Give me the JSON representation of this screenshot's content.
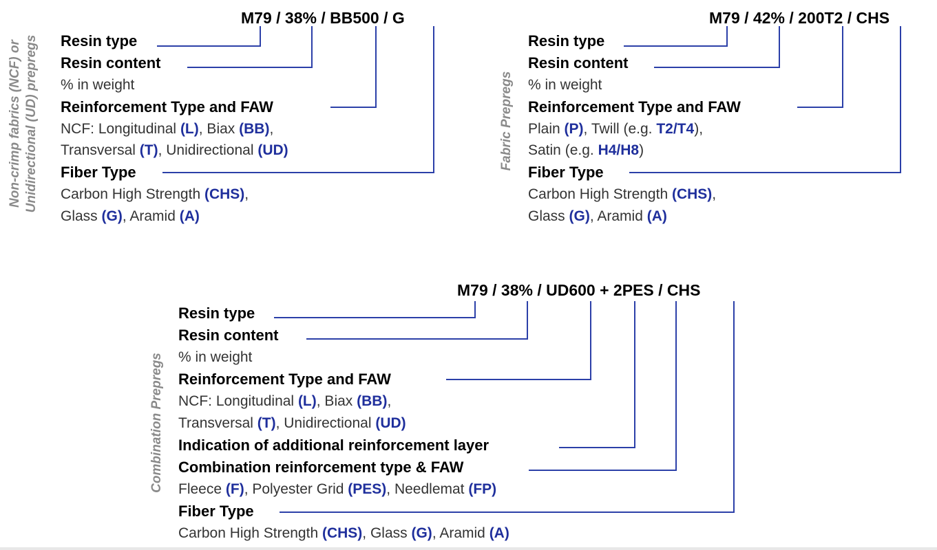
{
  "colors": {
    "line": "#2b3fa8",
    "highlight": "#1f2f9c",
    "side_label": "#8a8a8a"
  },
  "ncf": {
    "side_label": [
      "Non-crimp fabrics (NCF) or",
      "Unidirectional (UD) prepregs"
    ],
    "code": "M79 / 38% / BB500 / G",
    "resin_type": "Resin type",
    "resin_content": "Resin content",
    "weight": "% in weight",
    "reinforcement": "Reinforcement  Type and FAW",
    "r1_a": "NCF: Longitudinal ",
    "r1_b": "(L)",
    "r1_c": ", Biax ",
    "r1_d": "(BB)",
    "r1_e": ",",
    "r2_a": "Transversal ",
    "r2_b": "(T)",
    "r2_c": ", Unidirectional ",
    "r2_d": "(UD)",
    "fiber": "Fiber Type",
    "f1_a": "Carbon High Strength ",
    "f1_b": "(CHS)",
    "f1_c": ",",
    "f2_a": "Glass ",
    "f2_b": "(G)",
    "f2_c": ", Aramid ",
    "f2_d": "(A)"
  },
  "fabric": {
    "side_label": "Fabric Prepregs",
    "code": "M79 / 42% / 200T2 / CHS",
    "resin_type": "Resin type",
    "resin_content": "Resin content",
    "weight": "% in weight",
    "reinforcement": "Reinforcement  Type and FAW",
    "r1_a": "Plain ",
    "r1_b": "(P)",
    "r1_c": ", Twill (e.g. ",
    "r1_d": "T2/T4",
    "r1_e": "),",
    "r2_a": "Satin (e.g. ",
    "r2_b": "H4/H8",
    "r2_c": ")",
    "fiber": "Fiber Type",
    "f1_a": "Carbon High Strength ",
    "f1_b": "(CHS)",
    "f1_c": ",",
    "f2_a": "Glass ",
    "f2_b": "(G)",
    "f2_c": ", Aramid ",
    "f2_d": "(A)"
  },
  "combo": {
    "side_label": "Combination Prepregs",
    "code": "M79 / 38% / UD600 + 2PES / CHS",
    "resin_type": "Resin type",
    "resin_content": "Resin content",
    "weight": "% in weight",
    "reinforcement": "Reinforcement  Type and FAW",
    "r1_a": "NCF: Longitudinal ",
    "r1_b": "(L)",
    "r1_c": ", Biax ",
    "r1_d": "(BB)",
    "r1_e": ",",
    "r2_a": "Transversal ",
    "r2_b": "(T)",
    "r2_c": ", Unidirectional ",
    "r2_d": "(UD)",
    "additional": "Indication of additional reinforcement layer",
    "combination": "Combination reinforcement type & FAW",
    "c1_a": "Fleece ",
    "c1_b": "(F)",
    "c1_c": ", Polyester Grid ",
    "c1_d": "(PES)",
    "c1_e": ", Needlemat ",
    "c1_f": "(FP)",
    "fiber": "Fiber Type",
    "f1_a": "Carbon High Strength ",
    "f1_b": "(CHS)",
    "f1_c": ", Glass ",
    "f1_d": "(G)",
    "f1_e": ", Aramid ",
    "f1_f": "(A)"
  }
}
